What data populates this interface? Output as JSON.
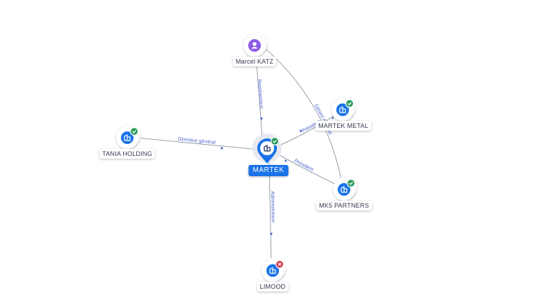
{
  "colors": {
    "edge": "#7b879a",
    "edge_label": "#4b63d1",
    "company_icon": "#1a73e8",
    "person_icon": "#8e5be8",
    "status_active": "#2e9c5b",
    "status_closed": "#d6334d",
    "center_pin": "#1a73e8"
  },
  "nodes": [
    {
      "id": "martek",
      "label": "MARTEK",
      "kind": "company",
      "status": "active",
      "icon": "building-icon",
      "center": true
    },
    {
      "id": "marcel",
      "label": "Marcel KATZ",
      "kind": "person",
      "status": "none",
      "icon": "person-icon"
    },
    {
      "id": "tania",
      "label": "TANIA HOLDING",
      "kind": "company",
      "status": "active",
      "icon": "building-icon"
    },
    {
      "id": "martek_metal",
      "label": "MARTEK METAL",
      "kind": "company",
      "status": "active",
      "icon": "building-icon"
    },
    {
      "id": "mk5",
      "label": "MK5 PARTNERS",
      "kind": "company",
      "status": "active",
      "icon": "building-icon"
    },
    {
      "id": "limood",
      "label": "LIMOOD",
      "kind": "company",
      "status": "closed",
      "icon": "building-icon"
    }
  ],
  "edges": [
    {
      "id": "e1",
      "from": "marcel",
      "to": "martek",
      "label": "Représentant"
    },
    {
      "id": "e2",
      "from": "tania",
      "to": "martek",
      "label": "Directeur général"
    },
    {
      "id": "e3",
      "from": "martek",
      "to": "limood",
      "label": "Administrateur"
    },
    {
      "id": "e4",
      "from": "martek",
      "to": "martek_metal",
      "label": "Président"
    },
    {
      "id": "e5",
      "from": "martek",
      "to": "mk5",
      "label": "Président"
    },
    {
      "id": "e6",
      "from": "marcel",
      "to": "mk5",
      "label": "Gérant Associé"
    }
  ]
}
